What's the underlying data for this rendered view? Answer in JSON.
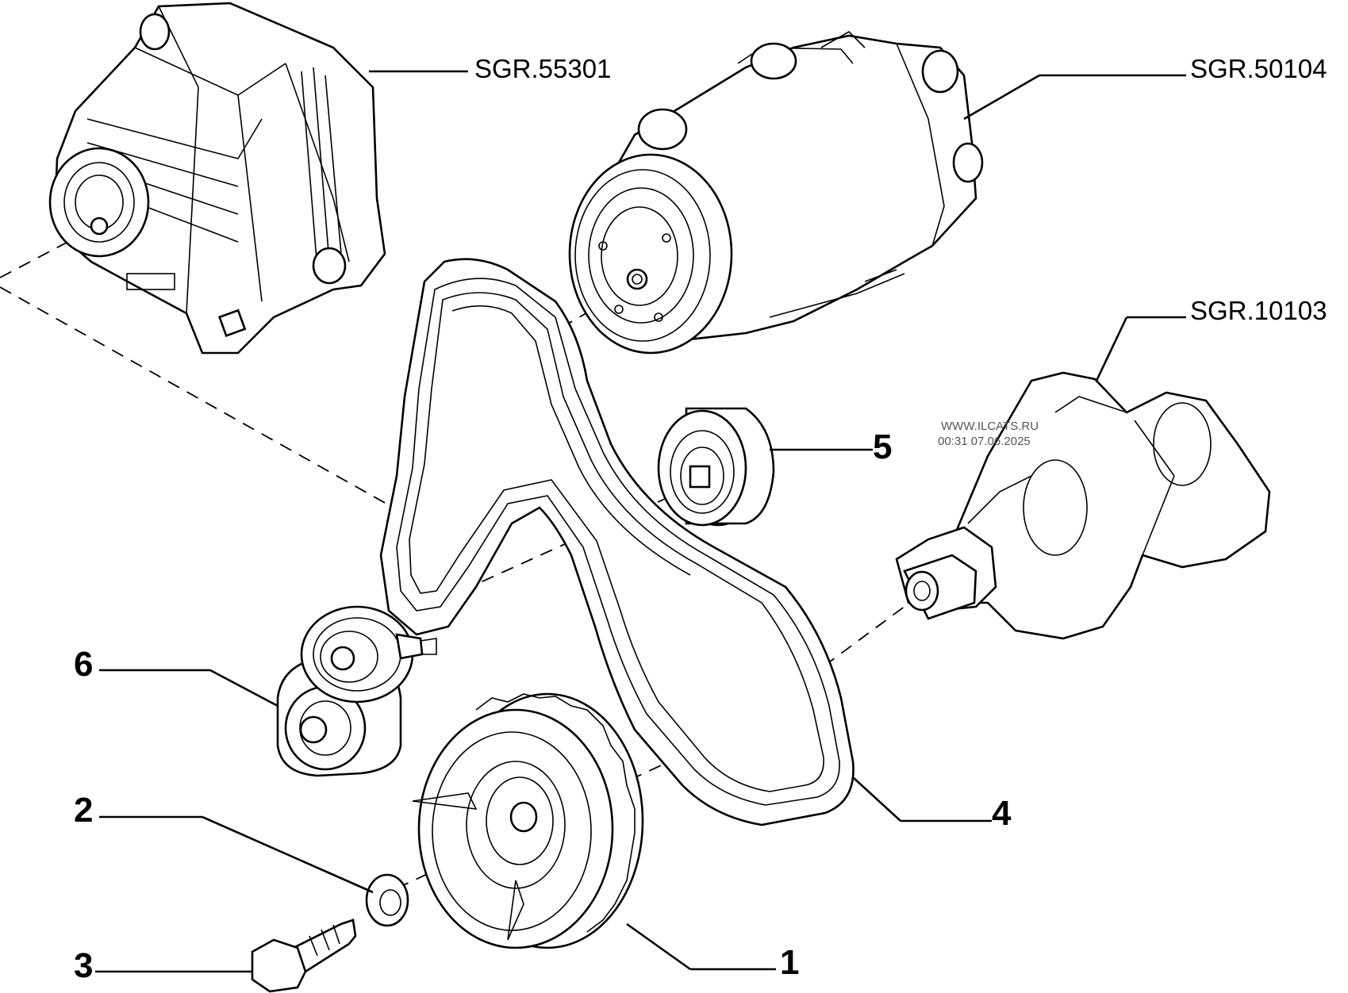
{
  "references": {
    "alternator": "SGR.55301",
    "compressor": "SGR.50104",
    "crankshaft": "SGR.10103"
  },
  "callouts": [
    "1",
    "2",
    "3",
    "4",
    "5",
    "6"
  ],
  "watermark": {
    "line1": "WWW.ILCATS.RU",
    "line2": "00:31 07.06.2025"
  }
}
